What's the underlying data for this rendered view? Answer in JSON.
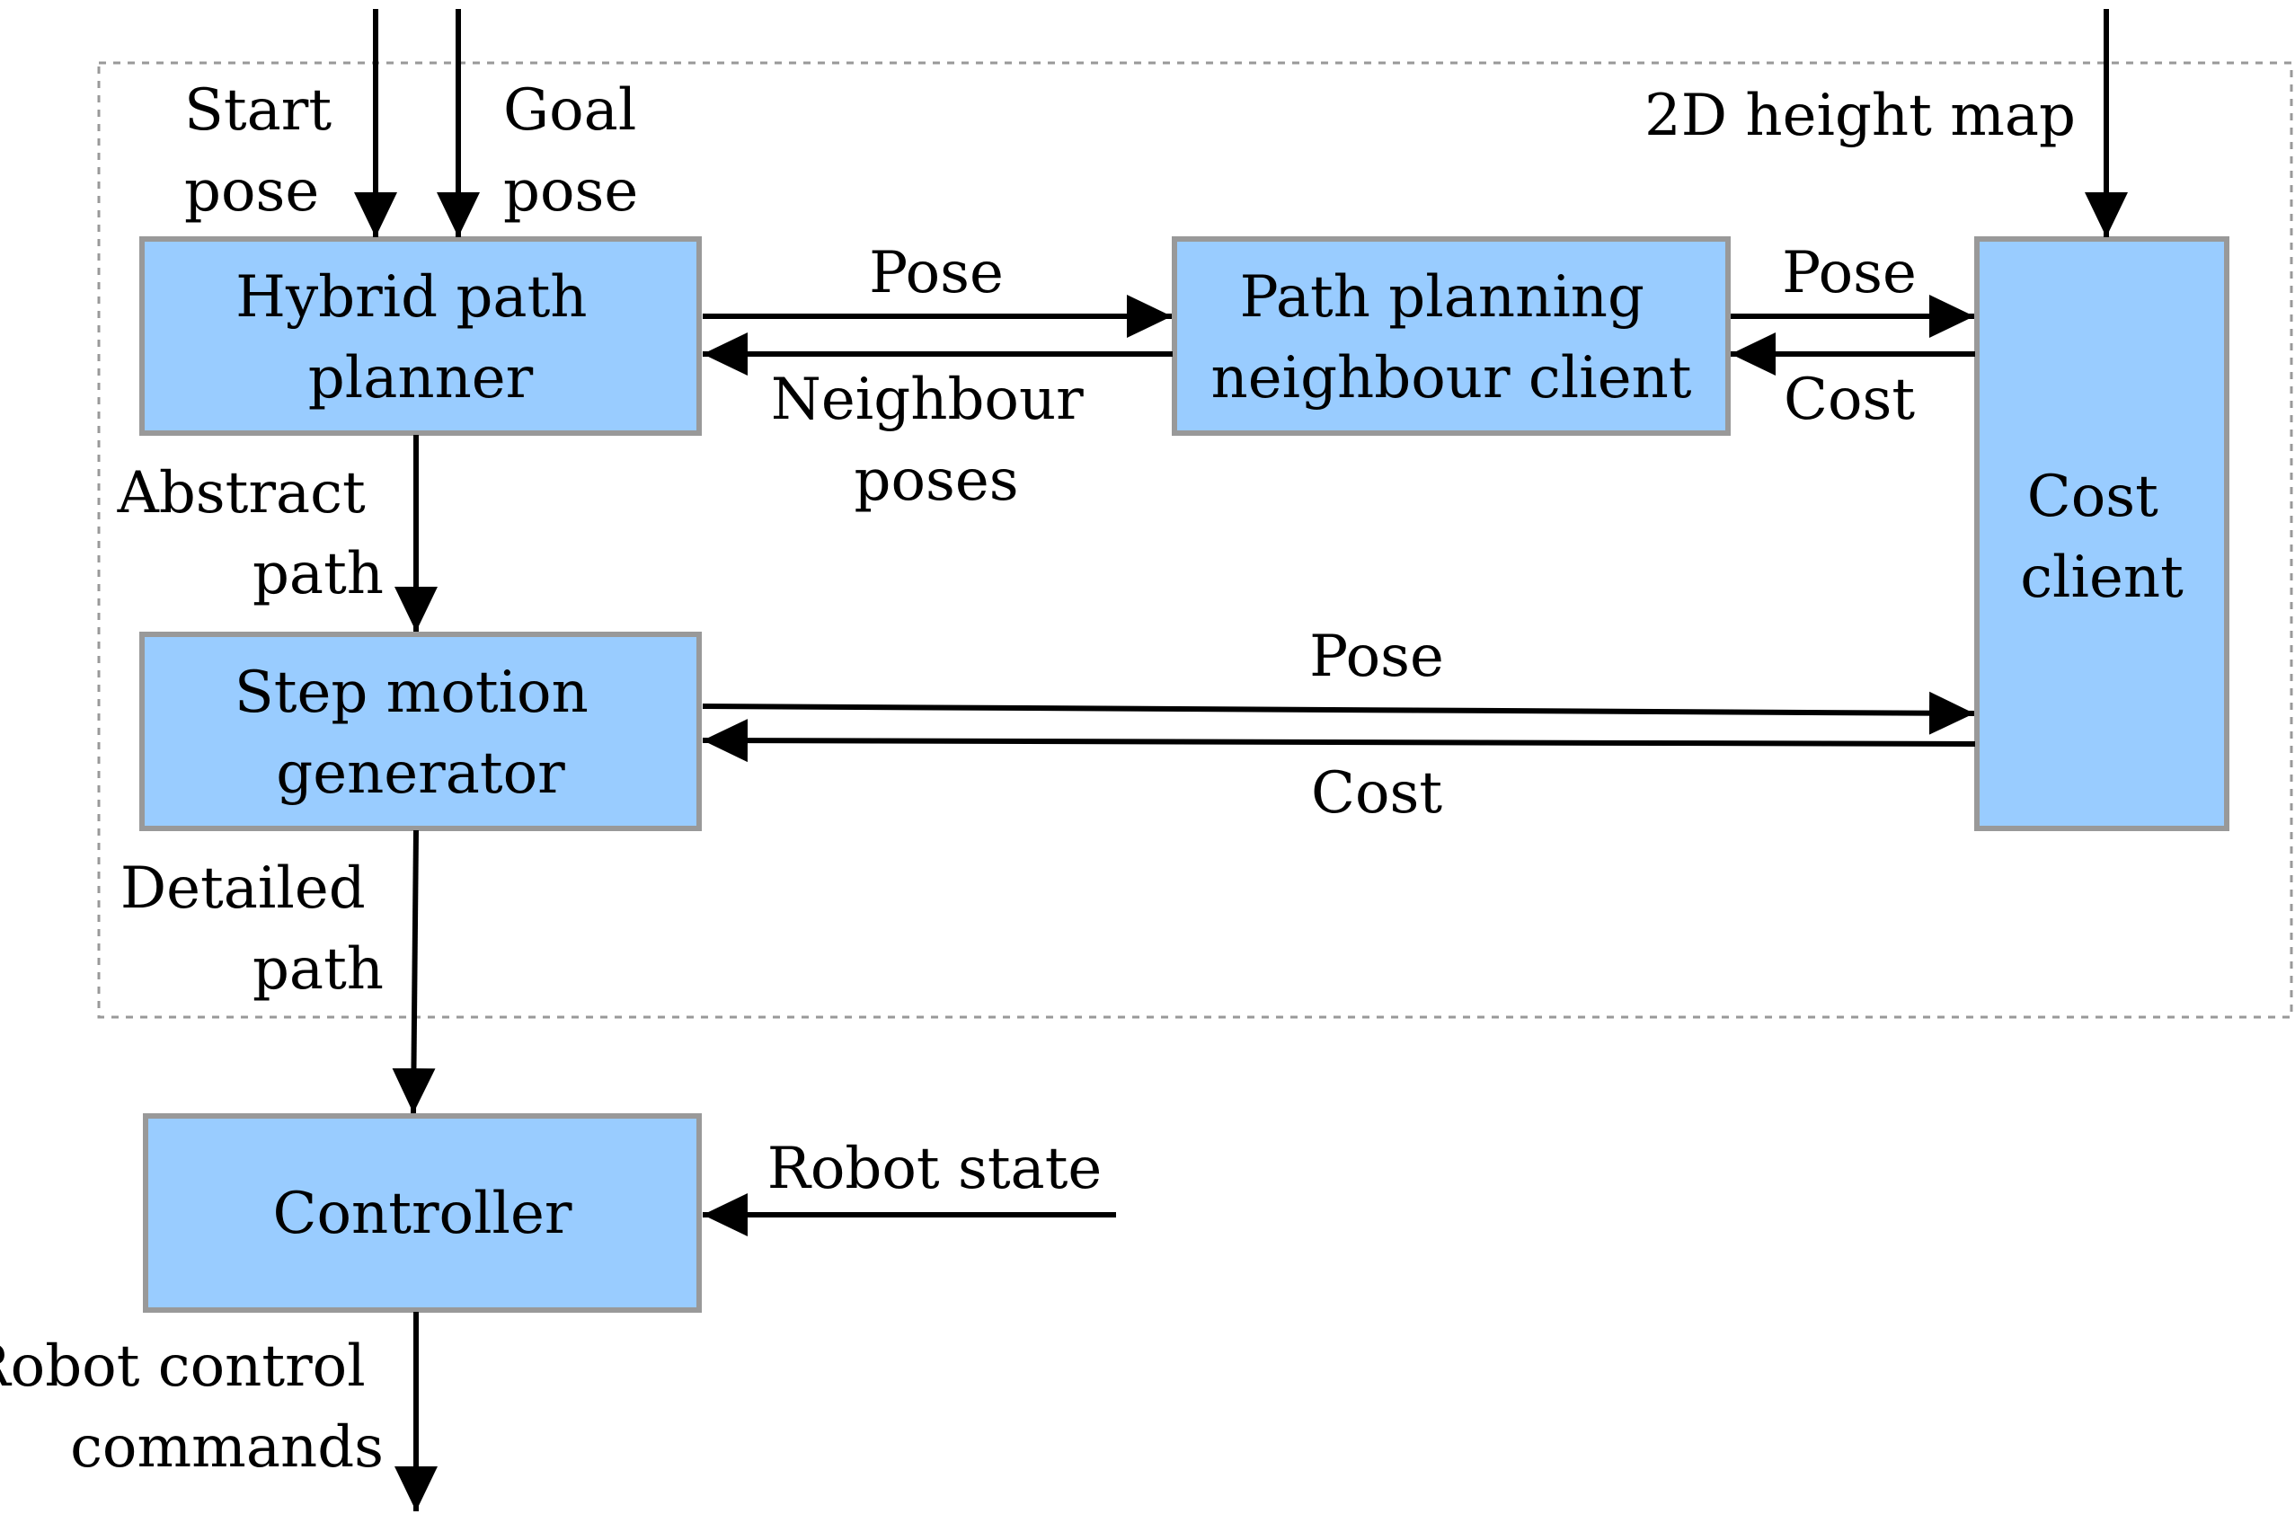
{
  "colors": {
    "box_fill": "#99ccff",
    "box_border": "#999999",
    "frame_border": "#999999",
    "arrow": "#000000",
    "text": "#000000",
    "background": "#ffffff"
  },
  "blocks": {
    "hybrid_planner": [
      "Hybrid path",
      "planner"
    ],
    "neighbour_client": [
      "Path planning",
      "neighbour client"
    ],
    "cost_client": [
      "Cost",
      "client"
    ],
    "step_motion": [
      "Step motion",
      "generator"
    ],
    "controller": [
      "Controller"
    ]
  },
  "labels": {
    "start_pose": [
      "Start",
      "pose"
    ],
    "goal_pose": [
      "Goal",
      "pose"
    ],
    "height_map": [
      "2D height map"
    ],
    "planner_to_neighbour_pose": [
      "Pose"
    ],
    "neighbour_poses": [
      "Neighbour",
      "poses"
    ],
    "neighbour_to_cost_pose": [
      "Pose"
    ],
    "cost_to_neighbour_cost": [
      "Cost"
    ],
    "abstract_path": [
      "Abstract",
      "path"
    ],
    "step_to_cost_pose": [
      "Pose"
    ],
    "cost_to_step_cost": [
      "Cost"
    ],
    "detailed_path": [
      "Detailed",
      "path"
    ],
    "robot_state": [
      "Robot state"
    ],
    "robot_commands": [
      "Robot control",
      "commands"
    ]
  }
}
